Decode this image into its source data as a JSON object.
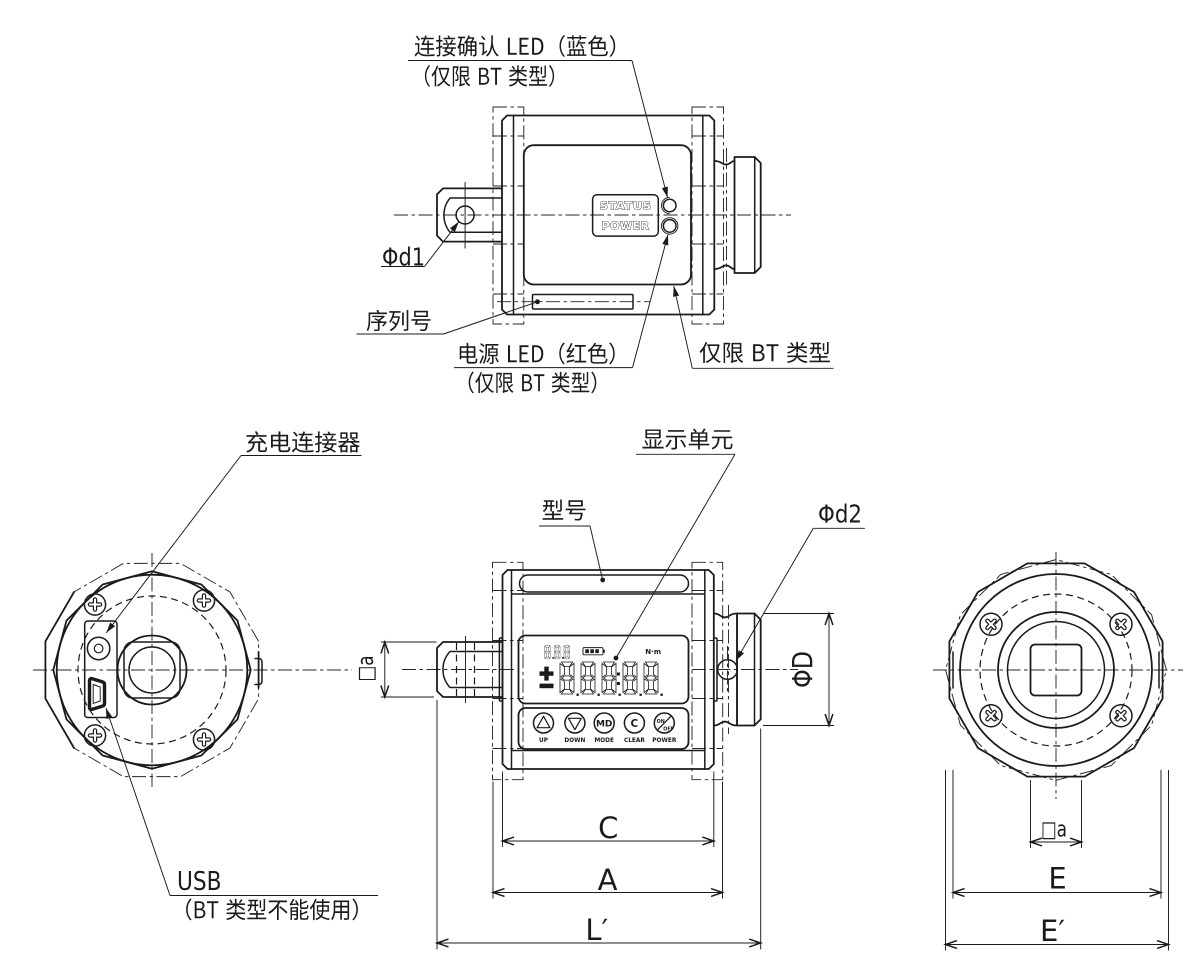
{
  "diagram": {
    "type": "engineering-drawing",
    "background": "#ffffff",
    "line_color": "#1b1b1b",
    "labels": {
      "led_blue_line1": "连接确认 LED（蓝色）",
      "led_blue_line2": "（仅限 BT 类型）",
      "phi_d1": "Φd1",
      "serial_number": "序列号",
      "led_red_line1": "电源 LED（红色）",
      "led_red_line2": "（仅限 BT 类型）",
      "bt_only": "仅限 BT 类型",
      "charge_connector": "充电连接器",
      "display_unit": "显示单元",
      "model_number": "型号",
      "phi_d2": "Φd2",
      "usb_line1": "USB",
      "usb_line2": "（BT 类型不能使用）"
    },
    "dimensions": {
      "square_a_side": "□a",
      "phi_D": "ΦD",
      "C": "C",
      "A": "A",
      "L_prime": "L′",
      "square_a_front": "□a",
      "E": "E",
      "E_prime": "E′"
    },
    "device": {
      "status_led_label": "STATUS",
      "power_led_label": "POWER",
      "lcd_value": "+88888",
      "lcd_unit": "N·m",
      "on_off_top": "ON",
      "on_off_bottom": "OFF",
      "buttons": [
        {
          "symbol": "▲",
          "label": "UP"
        },
        {
          "symbol": "▼",
          "label": "DOWN"
        },
        {
          "symbol": "MD",
          "label": "MODE"
        },
        {
          "symbol": "C",
          "label": "CLEAR"
        },
        {
          "symbol": "ON/OFF",
          "label": "POWER"
        }
      ]
    }
  }
}
